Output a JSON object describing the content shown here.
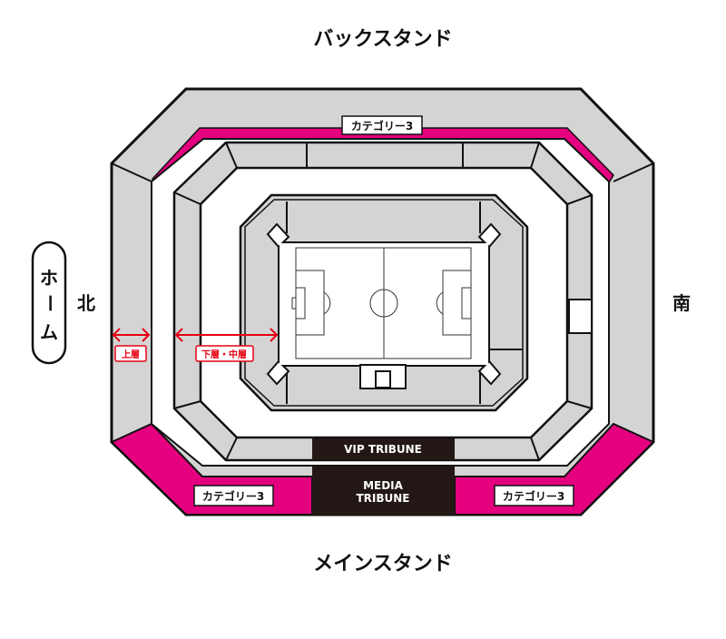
{
  "titles": {
    "back_stand": "バックスタンド",
    "main_stand": "メインスタンド"
  },
  "directions": {
    "north": "北",
    "south": "南",
    "home": [
      "ホ",
      "ー",
      "ム"
    ]
  },
  "sections": {
    "category_top": "カテゴリー3",
    "category_bottom_left": "カテゴリー3",
    "category_bottom_right": "カテゴリー3",
    "vip": "VIP TRIBUNE",
    "media_line1": "MEDIA",
    "media_line2": "TRIBUNE"
  },
  "tiers": {
    "upper": "上層",
    "lower_middle": "下層・中層"
  },
  "colors": {
    "seat": "#d4d4d4",
    "category3": "#e4007f",
    "tribune": "#231815",
    "tier_marker": "#e60012"
  }
}
